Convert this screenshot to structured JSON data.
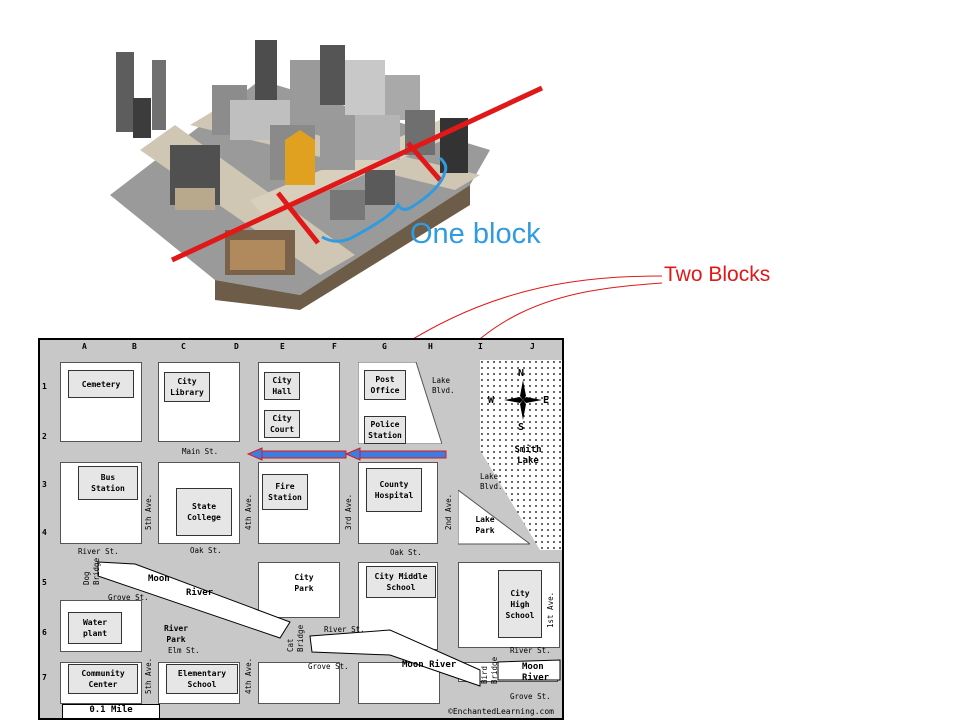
{
  "annotations": {
    "one_block": "One block",
    "two_blocks": "Two Blocks"
  },
  "colors": {
    "red": "#e01818",
    "blue": "#2f9be0",
    "road_gray": "#c8c8c8"
  },
  "map": {
    "columns": [
      "A",
      "B",
      "C",
      "D",
      "E",
      "F",
      "G",
      "H",
      "I",
      "J"
    ],
    "rows": [
      "1",
      "2",
      "3",
      "4",
      "5",
      "6",
      "7"
    ],
    "buildings": {
      "cemetery": "Cemetery",
      "city_library": "City\nLibrary",
      "city_hall": "City\nHall",
      "city_court": "City\nCourt",
      "post_office": "Post\nOffice",
      "police_station": "Police\nStation",
      "bus_station": "Bus\nStation",
      "state_college": "State\nCollege",
      "fire_station": "Fire\nStation",
      "county_hospital": "County\nHospital",
      "city_park": "City\nPark",
      "city_middle_school": "City Middle\nSchool",
      "city_high_school": "City\nHigh\nSchool",
      "water_plant": "Water\nplant",
      "community_center": "Community\nCenter",
      "elementary_school": "Elementary\nSchool",
      "lake_park": "Lake\nPark",
      "river_park": "River\nPark",
      "smith_lake": "Smith\nLake"
    },
    "streets": {
      "main": "Main St.",
      "oak1": "Oak St.",
      "oak2": "Oak St.",
      "river_st1": "River St.",
      "river_st2": "River St.",
      "river_st3": "River St.",
      "grove1": "Grove St.",
      "grove2": "Grove St.",
      "grove3": "Grove St.",
      "elm": "Elm St.",
      "lake_blvd1": "Lake\nBlvd.",
      "lake_blvd2": "Lake\nBlvd.",
      "ave5_1": "5th Ave.",
      "ave5_2": "5th Ave.",
      "ave4_1": "4th Ave.",
      "ave4_2": "4th Ave.",
      "ave3": "3rd Ave.",
      "ave2": "2nd Ave.",
      "ave1": "1st Ave.",
      "dog_bridge": "Dog\nBridge",
      "cat_bridge": "Cat\nBridge",
      "bird_bridge": "Bird\nBridge"
    },
    "rivers": {
      "moon1": "Moon",
      "river1": "River",
      "moon_river2": "Moon River",
      "moon3": "Moon",
      "river3": "River"
    },
    "compass": {
      "n": "N",
      "s": "S",
      "e": "E",
      "w": "W"
    },
    "scale": "0.1 Mile",
    "credit": "©EnchantedLearning.com"
  }
}
